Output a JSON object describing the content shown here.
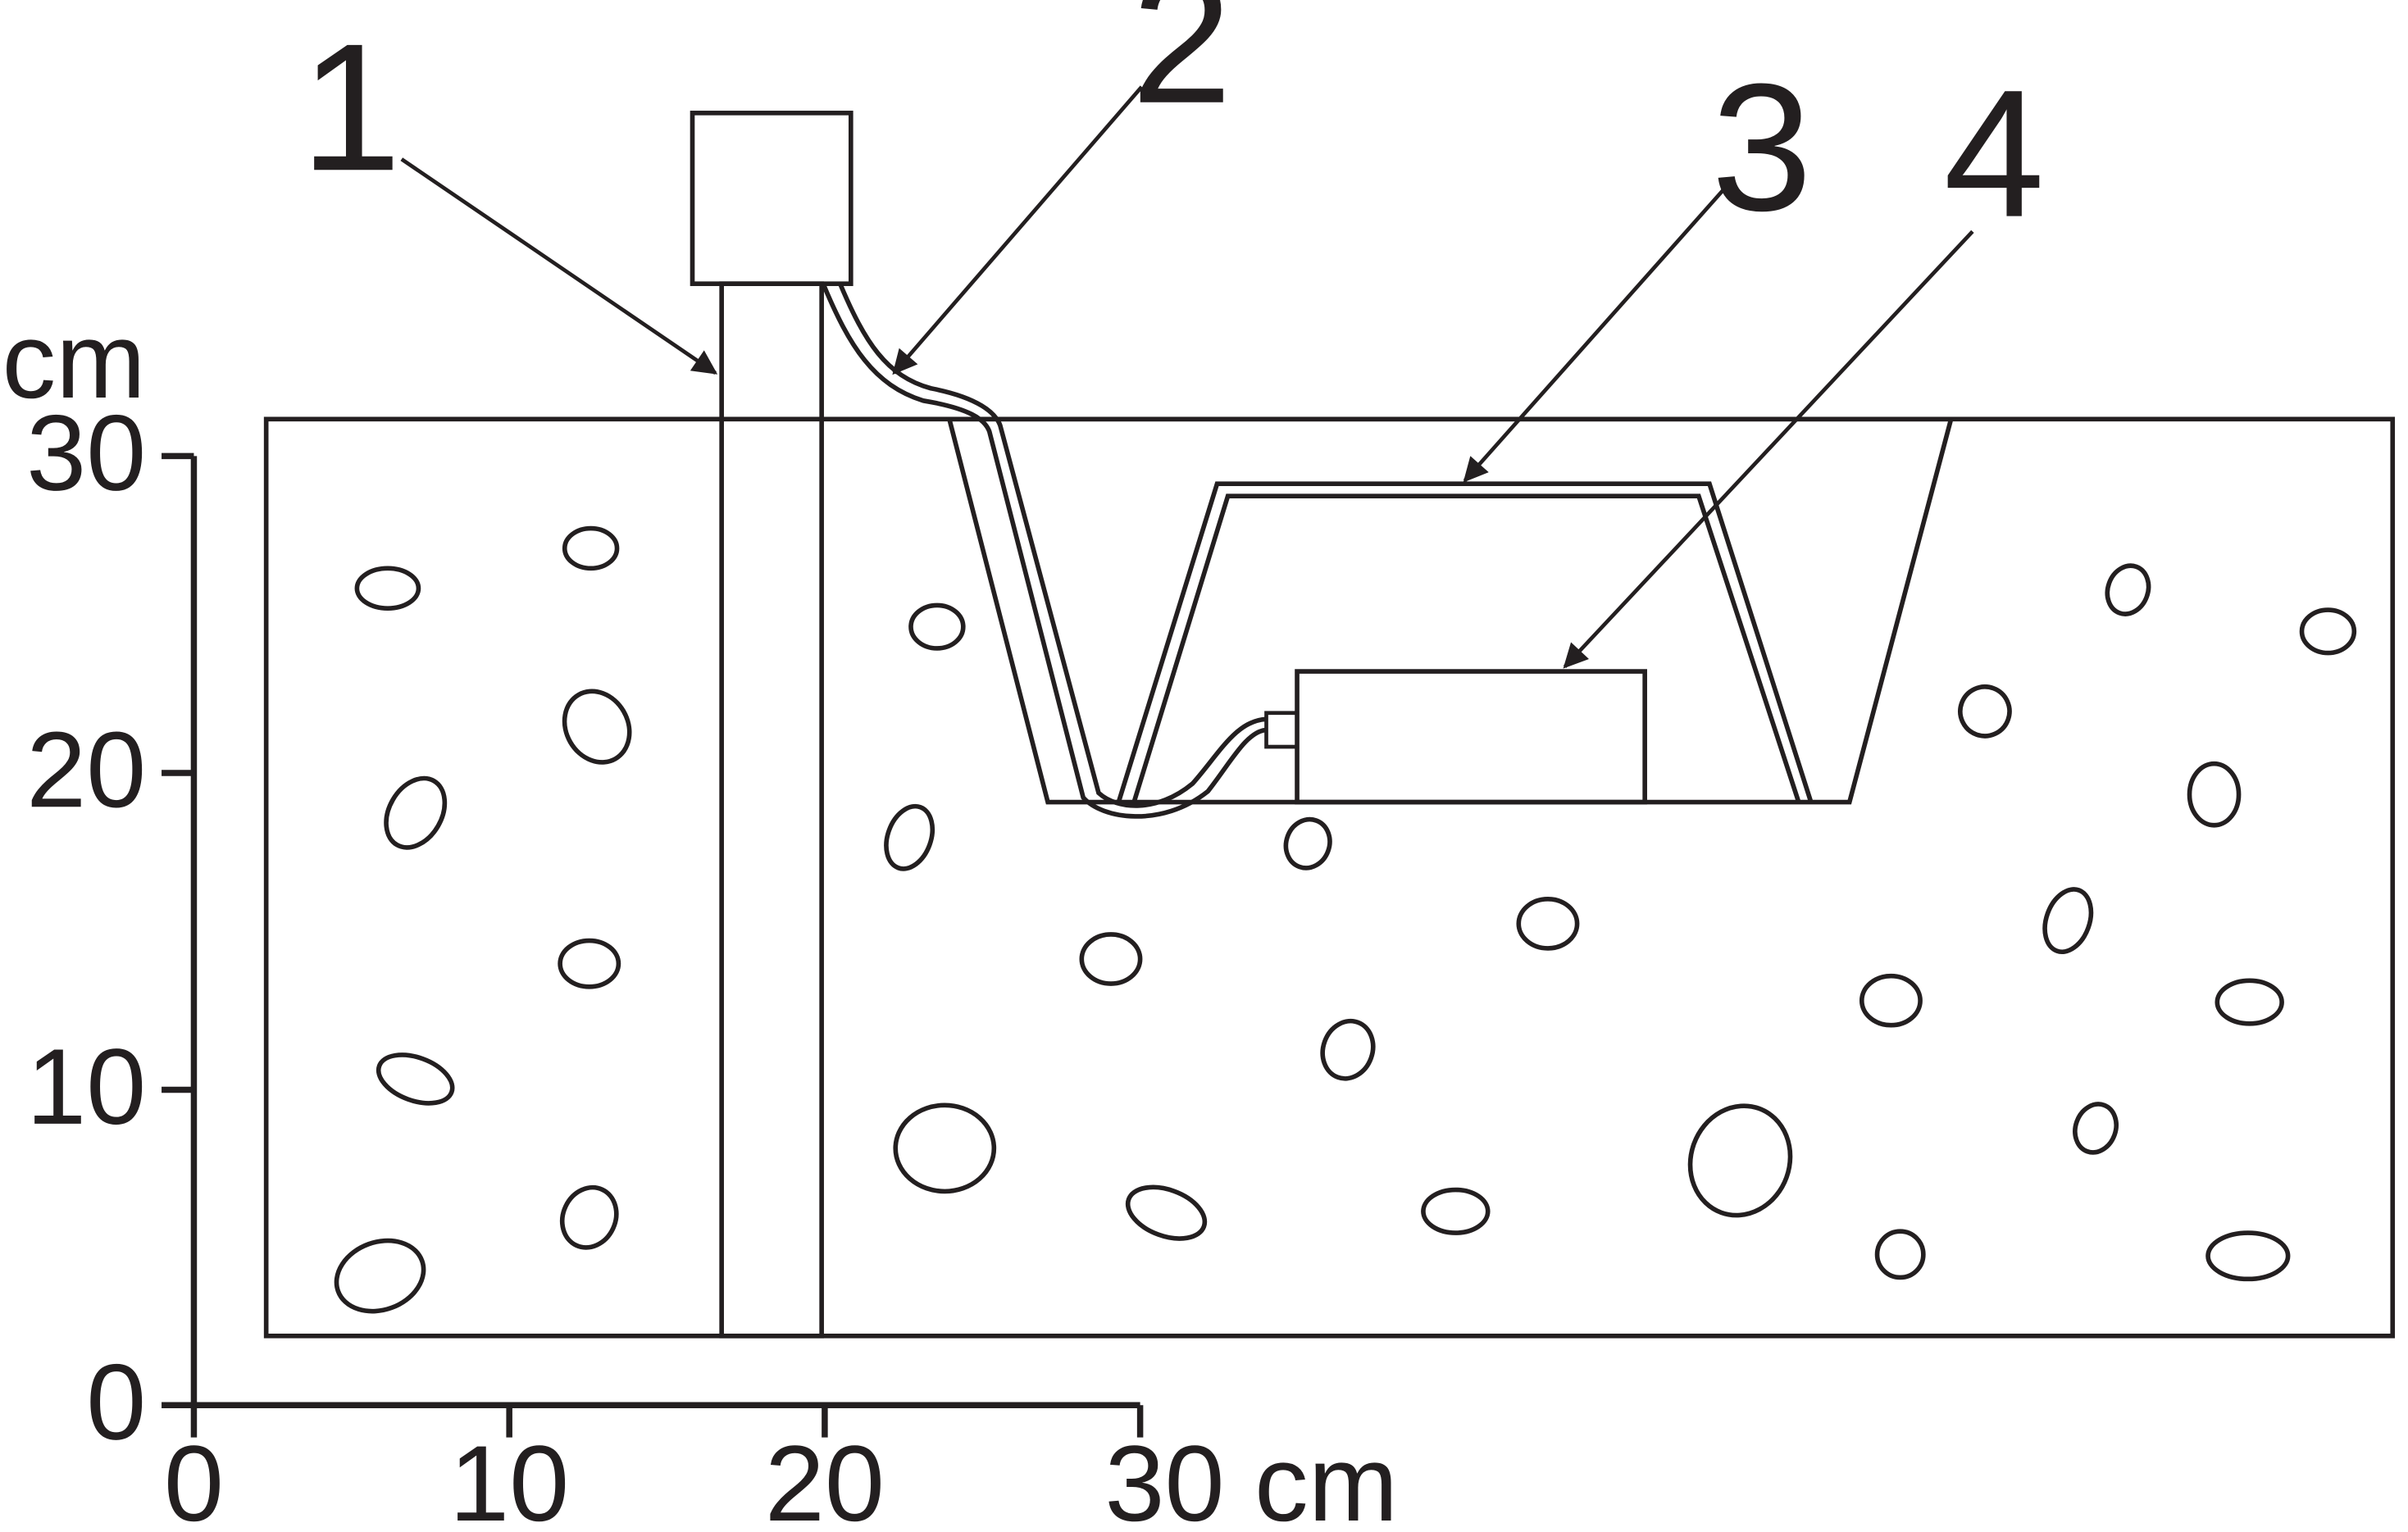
{
  "callouts": [
    "1",
    "2",
    "3",
    "4"
  ],
  "axes": {
    "y_unit": "cm",
    "y_ticks": [
      "30",
      "20",
      "10",
      "0"
    ],
    "x_ticks": [
      "0",
      "10",
      "20"
    ],
    "x_last_tick": "30 cm"
  },
  "colors": {
    "ink": "#231f20",
    "background": "#ffffff"
  }
}
